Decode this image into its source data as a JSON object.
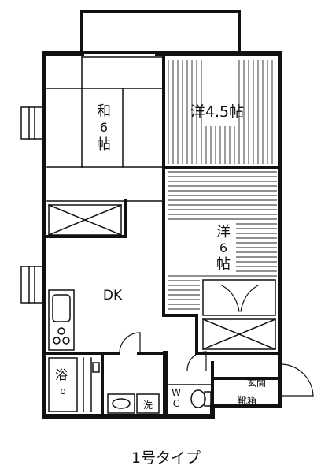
{
  "plan": {
    "caption": "1号タイプ",
    "rooms": {
      "washitsu": [
        "和",
        "6",
        "帖"
      ],
      "yo45": "洋4.5帖",
      "yo6": [
        "洋",
        "6",
        "帖"
      ],
      "dk": "DK",
      "bath": [
        "浴",
        "o"
      ],
      "sink": "洗",
      "wc": [
        "W",
        "C"
      ],
      "entrance": "玄関",
      "shoe": "靴箱"
    }
  }
}
